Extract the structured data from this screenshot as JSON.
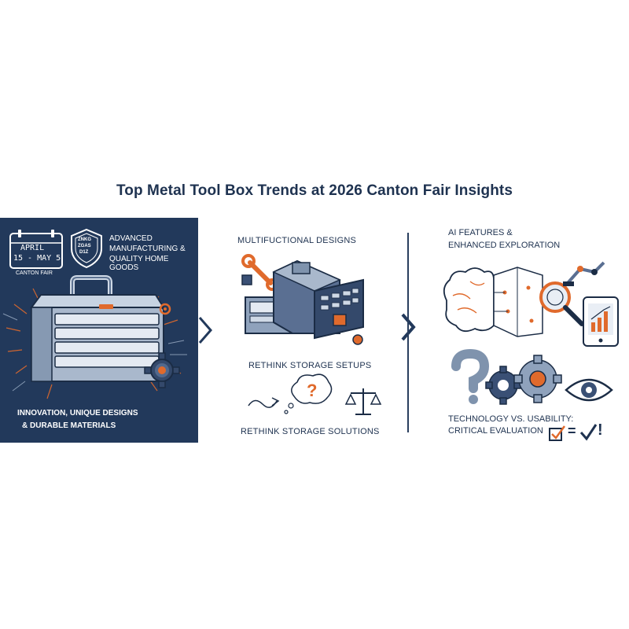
{
  "title": "Top Metal Tool Box Trends at 2026 Canton Fair Insights",
  "left_panel": {
    "calendar": {
      "month": "APRIL",
      "days": "15 - MAY 5",
      "caption": "CANTON FAIR"
    },
    "badge_text": [
      "ZNKG",
      "ZGAS",
      "D1Z"
    ],
    "heading_lines": [
      "ADVANCED",
      "MANUFACTURING &",
      "QUALITY HOME GOODS"
    ],
    "footer_lines": [
      "INNOVATION, UNIQUE DESIGNS",
      "& DURABLE MATERIALS"
    ]
  },
  "middle_panel": {
    "top_label": "MULTIFUCTIONAL DESIGNS",
    "middle_label": "RETHINK STORAGE SETUPS",
    "bottom_label": "RETHINK STORAGE SOLUTIONS"
  },
  "right_panel": {
    "top_label_lines": [
      "AI FEATURES &",
      "ENHANCED EXPLORATION"
    ],
    "bottom_label_lines": [
      "TECHNOLOGY VS. USABILITY:",
      "CRITICAL EVALUATION"
    ],
    "equation_symbols": [
      "=",
      "!"
    ]
  },
  "colors": {
    "navy": "#22395b",
    "orange": "#e06a2c",
    "steel": "#7f93ad",
    "light_steel": "#b7c4d6"
  },
  "icons": [
    "calendar-icon",
    "shield-badge-icon",
    "toolbox-icon",
    "gear-icon",
    "chevron-right-icon",
    "wrench-icon",
    "factory-icon",
    "thought-bubble-icon",
    "scale-icon",
    "brain-icon",
    "magnifier-icon",
    "robot-arm-icon",
    "tablet-chart-icon",
    "question-mark-icon",
    "eye-icon",
    "checkbox-icon"
  ]
}
